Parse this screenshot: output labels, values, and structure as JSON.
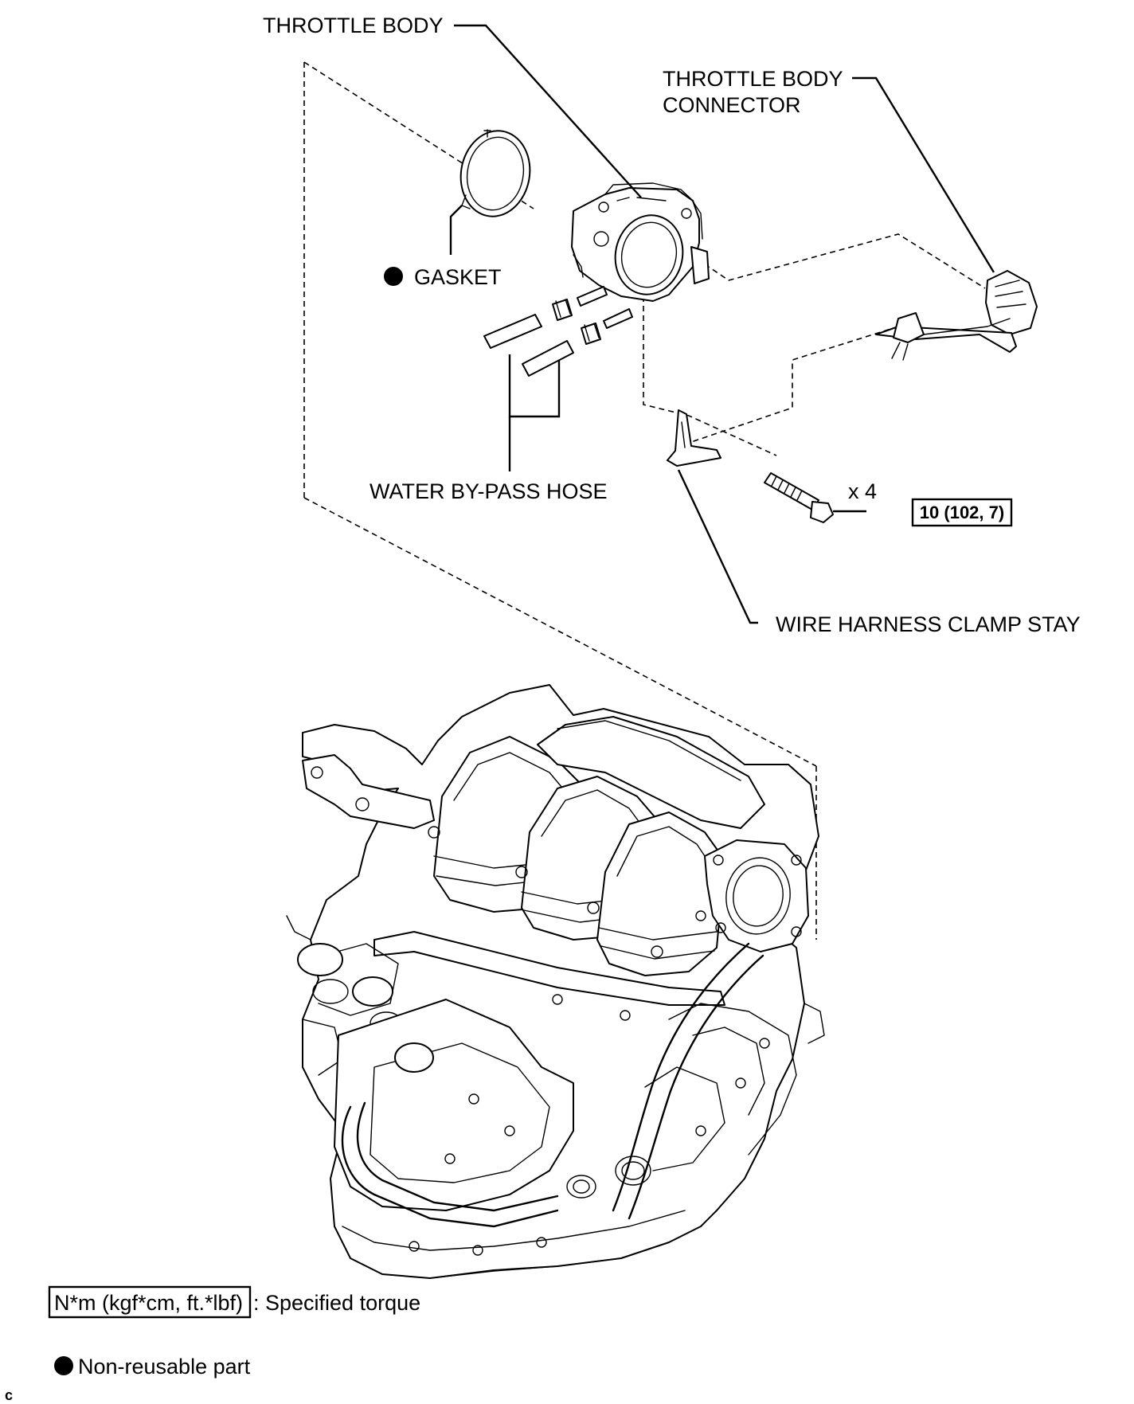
{
  "labels": {
    "throttle_body": "THROTTLE BODY",
    "connector_line1": "THROTTLE BODY",
    "connector_line2": "CONNECTOR",
    "gasket": "GASKET",
    "water_bypass_hose": "WATER BY-PASS HOSE",
    "bolt_count": "x 4",
    "torque_value": "10 (102, 7)",
    "clamp_stay": "WIRE HARNESS CLAMP STAY"
  },
  "legend": {
    "torque_unit": "N*m (kgf*cm, ft.*lbf)",
    "torque_desc": ": Specified torque",
    "nonreusable_desc": "Non-reusable part"
  },
  "corner_mark": "c",
  "colors": {
    "ink": "#000000",
    "background": "#ffffff"
  },
  "icons": {
    "nonreusable_marker": "filled-circle-icon"
  }
}
